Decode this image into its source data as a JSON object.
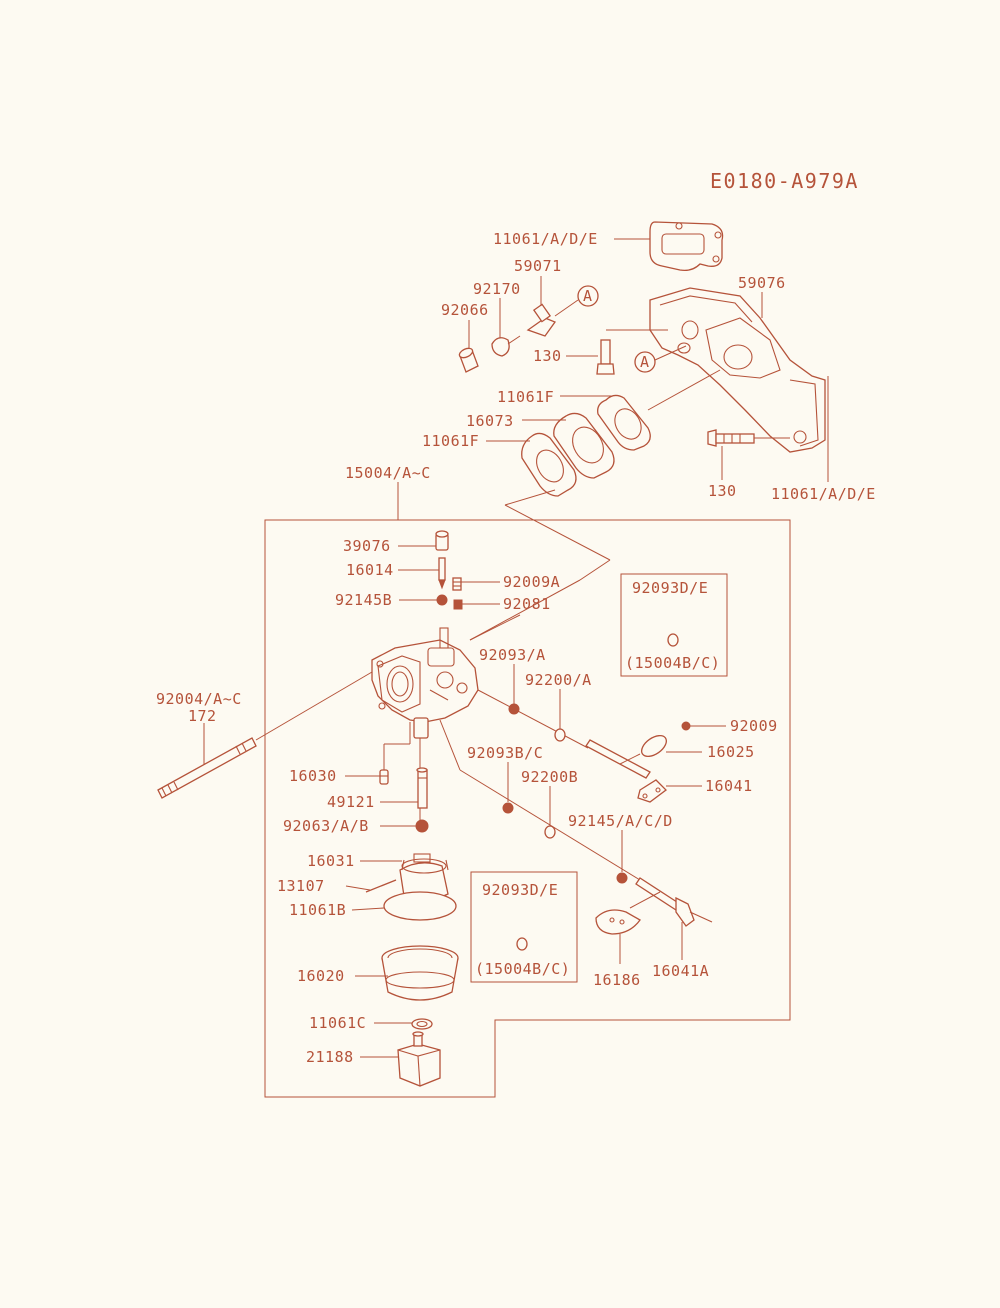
{
  "diagram_code": "E0180-A979A",
  "labels": {
    "l_11061_ade_top": "11061/A/D/E",
    "l_59071": "59071",
    "l_92170": "92170",
    "l_92066": "92066",
    "l_59076": "59076",
    "l_130_top": "130",
    "l_a_top": "A",
    "l_a_bottom": "A",
    "l_11061f_top": "11061F",
    "l_16073": "16073",
    "l_11061f_bottom": "11061F",
    "l_130_right": "130",
    "l_11061_ade_right": "11061/A/D/E",
    "l_15004": "15004/A~C",
    "l_39076": "39076",
    "l_16014": "16014",
    "l_92009a": "92009A",
    "l_92145b": "92145B",
    "l_92081": "92081",
    "l_92093a": "92093/A",
    "l_92200a": "92200/A",
    "l_92009": "92009",
    "l_16025": "16025",
    "l_16041": "16041",
    "l_92004": "92004/A~C",
    "l_172": "172",
    "l_16030": "16030",
    "l_49121": "49121",
    "l_92063": "92063/A/B",
    "l_92093bc": "92093B/C",
    "l_92200b": "92200B",
    "l_92145acd": "92145/A/C/D",
    "l_16031": "16031",
    "l_13107": "13107",
    "l_11061b": "11061B",
    "l_16020": "16020",
    "l_11061c": "11061C",
    "l_21188": "21188",
    "l_16186": "16186",
    "l_16041a": "16041A"
  },
  "inset_boxes": [
    {
      "part": "92093D/E",
      "note": "(15004B/C)"
    },
    {
      "part": "92093D/E",
      "note": "(15004B/C)"
    }
  ]
}
